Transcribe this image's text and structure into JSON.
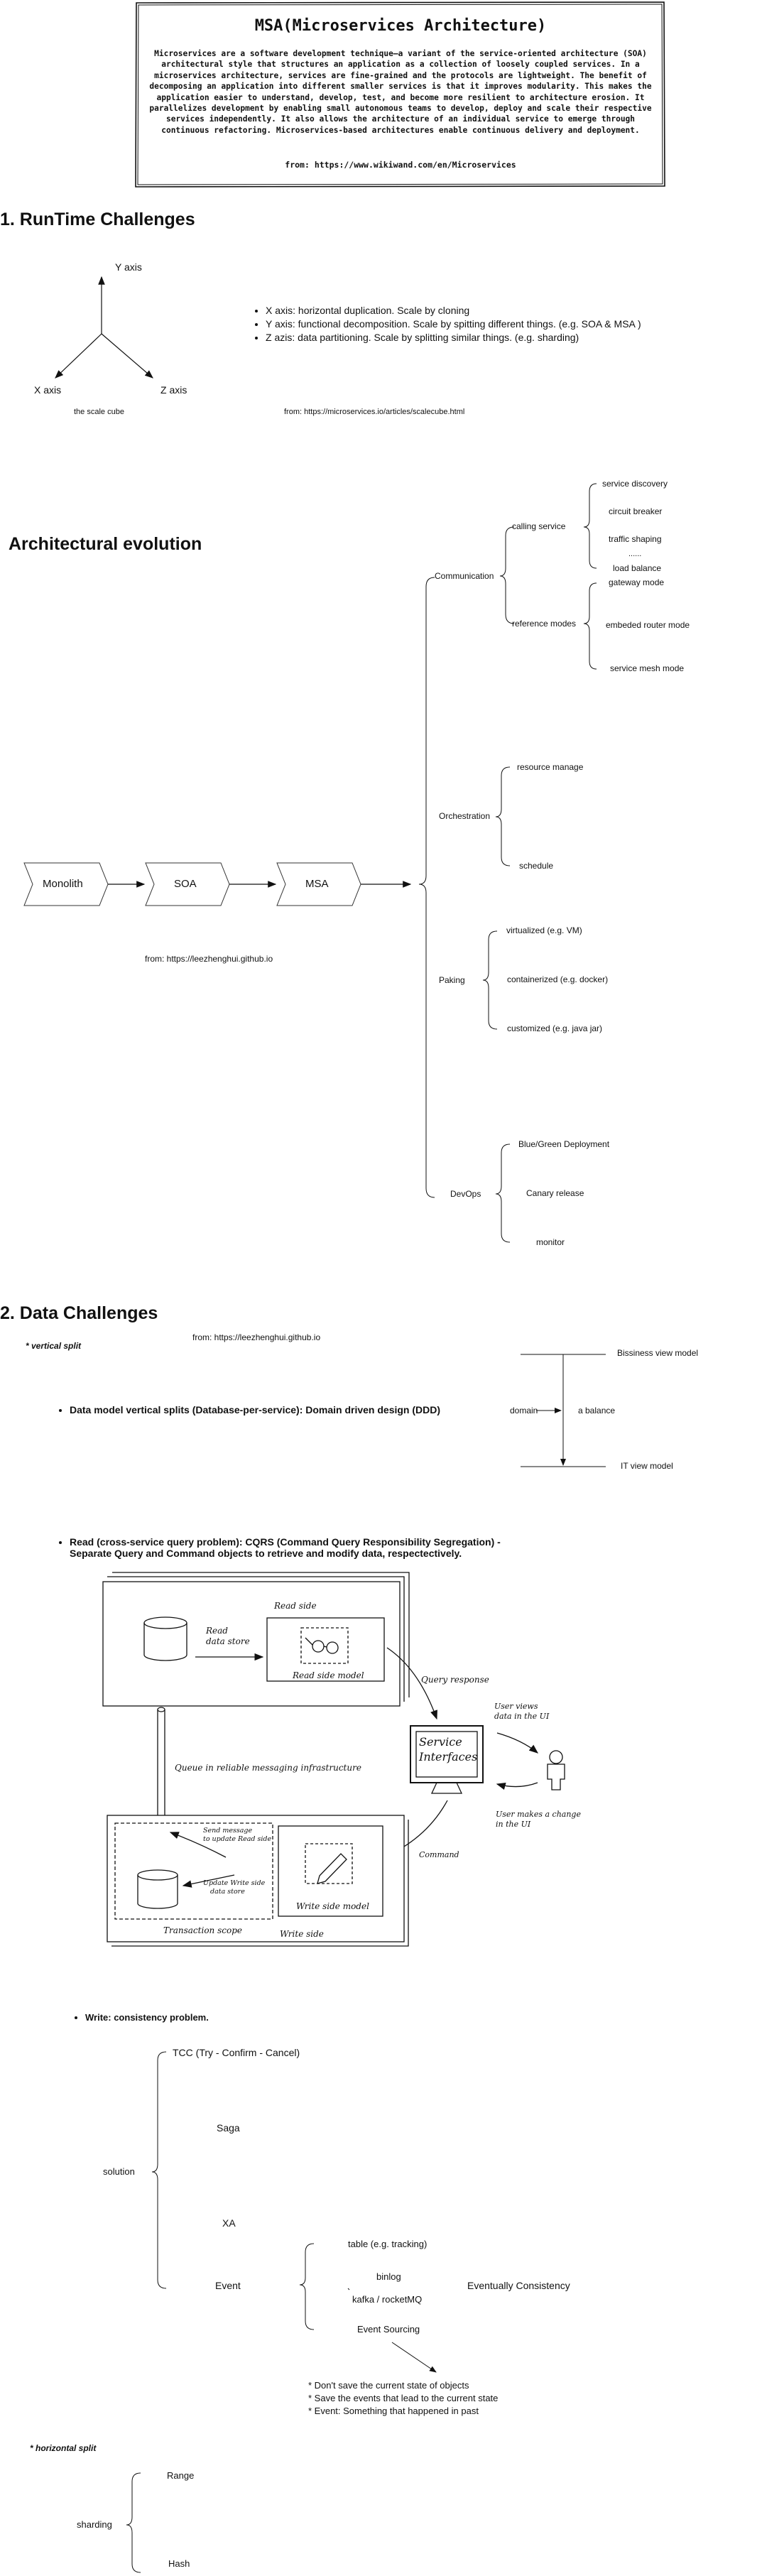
{
  "intro": {
    "title": "MSA(Microservices Architecture)",
    "body": "Microservices are a software development technique—a variant of the service-oriented architecture (SOA) architectural style that structures an application as a collection of loosely coupled services. In a microservices architecture, services are fine-grained and the protocols are lightweight. The benefit of decomposing an application into different smaller services is that it improves modularity. This makes the application easier to understand, develop, test, and become more resilient to architecture erosion. It parallelizes development by enabling small autonomous teams to develop, deploy and scale their respective services independently. It also allows the architecture of an individual service to emerge through continuous refactoring. Microservices-based architectures enable continuous delivery and deployment.",
    "source": "from: https://www.wikiwand.com/en/Microservices"
  },
  "runtime": {
    "heading": "1. RunTime Challenges",
    "axes": {
      "y": "Y axis",
      "x": "X axis",
      "z": "Z axis"
    },
    "cube_caption": "the scale cube",
    "bullets": [
      "X axis: horizontal duplication. Scale by cloning",
      "Y axis: functional decomposition. Scale by spitting different things. (e.g. SOA & MSA )",
      "Z azis: data partitioning. Scale by splitting similar things. (e.g. sharding)"
    ],
    "source": "from: https://microservices.io/articles/scalecube.html"
  },
  "evolution": {
    "heading": "Architectural evolution",
    "stages": [
      "Monolith",
      "SOA",
      "MSA"
    ],
    "source": "from:  https://leezhenghui.github.io",
    "communication": {
      "label": "Communication",
      "calling": {
        "label": "calling service",
        "items": [
          "service discovery",
          "circuit breaker",
          "traffic shaping",
          "......",
          "load balance"
        ]
      },
      "reference": {
        "label": "reference modes",
        "items": [
          "gateway mode",
          "embeded router mode",
          "service mesh mode"
        ]
      }
    },
    "orchestration": {
      "label": "Orchestration",
      "items": [
        "resource manage",
        "schedule"
      ]
    },
    "paking": {
      "label": "Paking",
      "items": [
        "virtualized (e.g. VM)",
        "containerized (e.g. docker)",
        "customized (e.g. java jar)"
      ]
    },
    "devops": {
      "label": "DevOps",
      "items": [
        "Blue/Green Deployment",
        "Canary release",
        "monitor"
      ]
    }
  },
  "data": {
    "heading": "2. Data Challenges",
    "vertical_label": "* vertical split",
    "source": "from:  https://leezhenghui.github.io",
    "ddd_bullet": "Data model vertical splits (Database-per-service): Domain driven design (DDD)",
    "balance": {
      "top": "Bissiness view model",
      "domain": "domain",
      "mid": "a balance",
      "bottom": "IT view model"
    },
    "cqrs_bullet_1": "Read (cross-service query problem): CQRS (Command Query Responsibility Segregation) -",
    "cqrs_bullet_2": "Separate Query and Command objects to retrieve and modify data, respectectively.",
    "cqrs_diagram": {
      "read_side": "Read side",
      "read_store_1": "Read",
      "read_store_2": "data store",
      "read_model": "Read side model",
      "query_response": "Query response",
      "service_1": "Service",
      "service_2": "Interfaces",
      "user_views_1": "User views",
      "user_views_2": "data in the UI",
      "user_change_1": "User makes a change",
      "user_change_2": "in the UI",
      "command": "Command",
      "queue": "Queue in reliable messaging infrastructure",
      "send_msg_1": "Send message",
      "send_msg_2": "to update Read side",
      "update_ws_1": "Update Write side",
      "update_ws_2": "data store",
      "write_model": "Write side model",
      "transaction": "Transaction scope",
      "write_side": "Write side"
    },
    "write_bullet": "Write: consistency problem.",
    "solution": {
      "label": "solution",
      "items": [
        "TCC (Try - Confirm - Cancel)",
        "Saga",
        "XA",
        "Event"
      ],
      "event_items": [
        "table (e.g. tracking)",
        "binlog",
        "kafka / rocketMQ",
        "Event Sourcing"
      ],
      "eventually": "Eventually Consistency",
      "notes": [
        "* Don't save the current state of objects",
        "* Save the events that lead to the current state",
        "* Event: Something that happened in past"
      ]
    },
    "horizontal_label": "* horizontal split",
    "sharding": {
      "label": "sharding",
      "items": [
        "Range",
        "Hash"
      ]
    }
  }
}
